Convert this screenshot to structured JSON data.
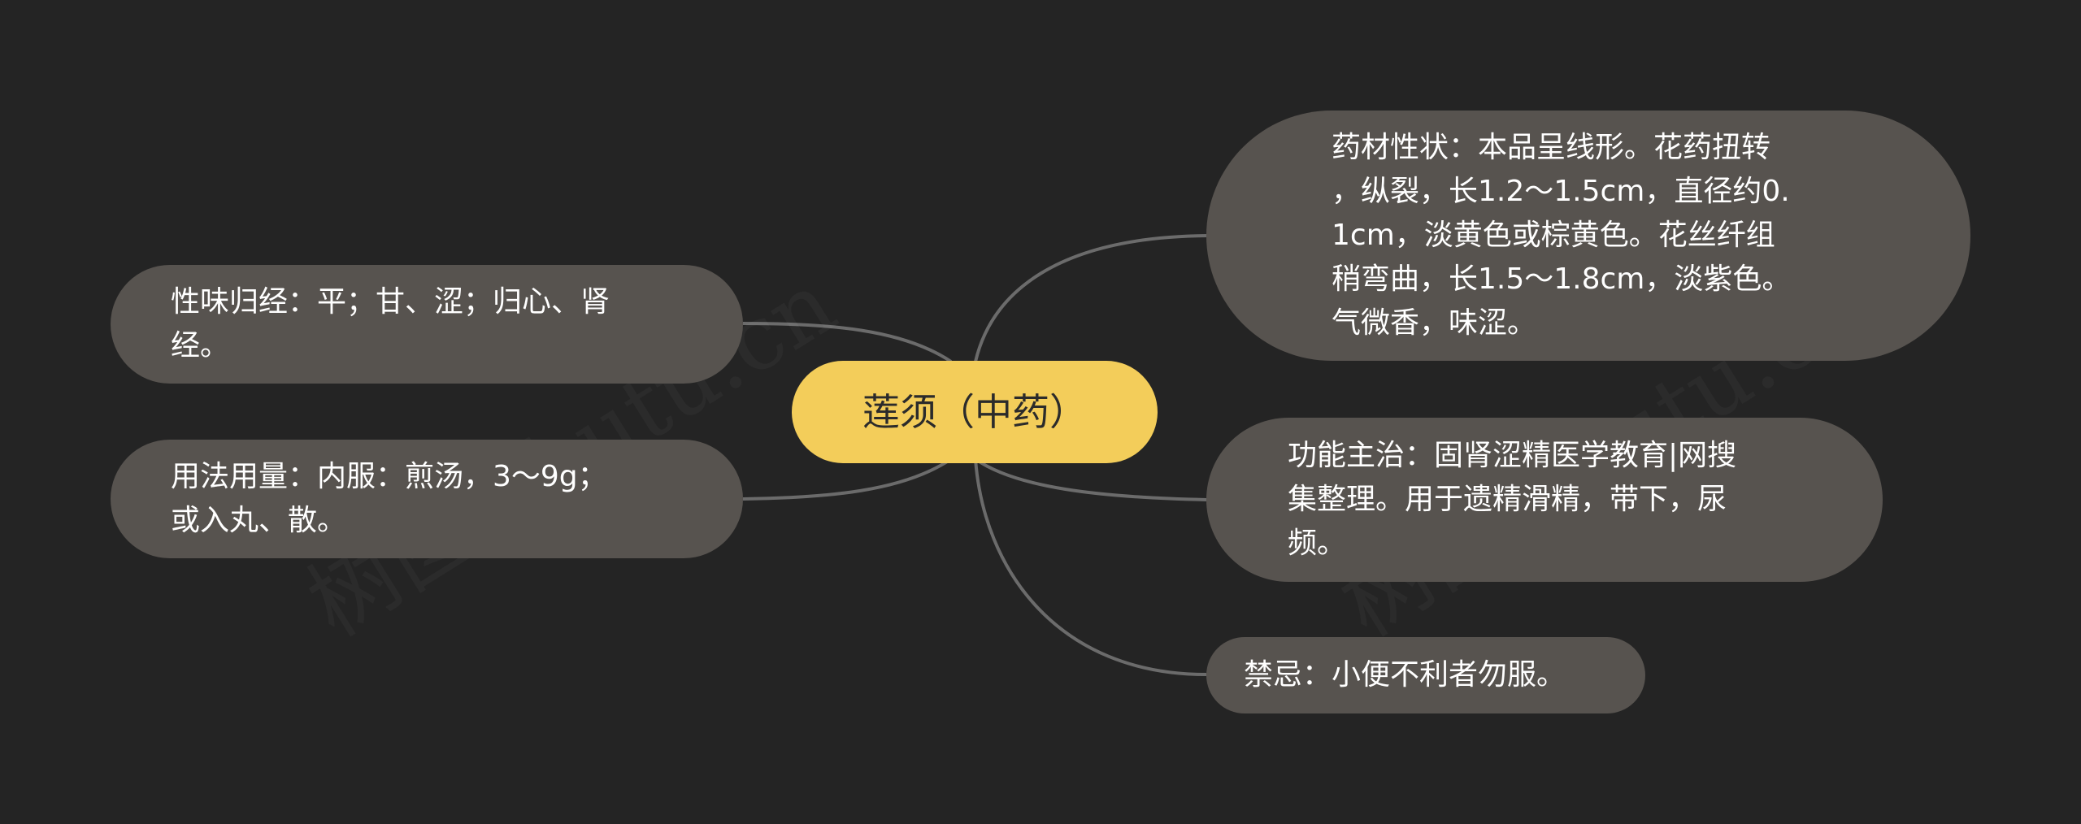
{
  "colors": {
    "background": "#242424",
    "center_node": "#f3cd5a",
    "branch_node": "#57534f",
    "connector": "#6b6b6b"
  },
  "watermark": "树图 shutu.cn",
  "center": {
    "label": "莲须（中药）"
  },
  "left_branches": [
    {
      "label": "性味归经：平；甘、涩；归心、肾\n经。"
    },
    {
      "label": "用法用量：内服：煎汤，3～9g；\n或入丸、散。"
    }
  ],
  "right_branches": [
    {
      "label": "药材性状：本品呈线形。花药扭转\n，纵裂，长1.2～1.5cm，直径约0.\n1cm，淡黄色或棕黄色。花丝纤组\n稍弯曲，长1.5～1.8cm，淡紫色。\n气微香，味涩。"
    },
    {
      "label": "功能主治：固肾涩精医学教育|网搜\n集整理。用于遗精滑精，带下，尿\n频。"
    },
    {
      "label": "禁忌：小便不利者勿服。"
    }
  ]
}
